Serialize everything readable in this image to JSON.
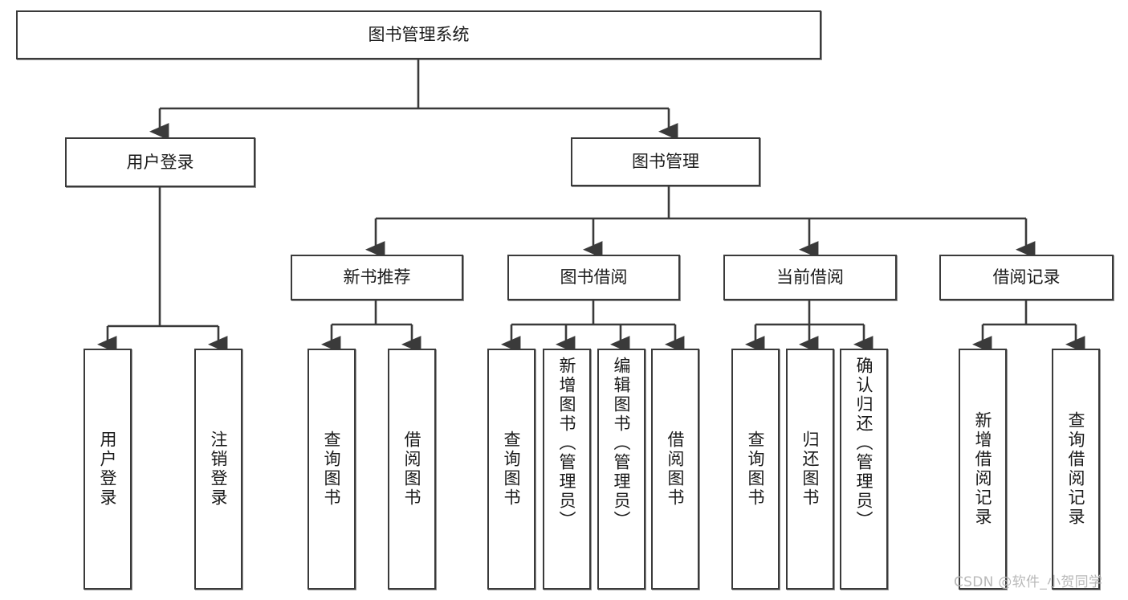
{
  "diagram": {
    "title": "图书管理系统",
    "type": "tree-hierarchy-chart",
    "watermark": "CSDN @软件_小贺同学",
    "colors": {
      "box_border": "#3a3a3a",
      "box_fill": "#ffffff",
      "connector": "#3a3a3a",
      "text": "#1a1a1a",
      "watermark": "#b9b9b9",
      "background": "#ffffff"
    },
    "levels": {
      "root": "图书管理系统",
      "level2": [
        "用户登录",
        "图书管理"
      ],
      "level3": [
        "新书推荐",
        "图书借阅",
        "当前借阅",
        "借阅记录"
      ],
      "level4": [
        "用户登录",
        "注销登录",
        "查询图书",
        "借阅图书",
        "查询图书",
        "新增图书（管理员）",
        "编辑图书（管理员）",
        "借阅图书",
        "查询图书",
        "归还图书",
        "确认归还（管理员）",
        "新增借阅记录",
        "查询借阅记录"
      ]
    },
    "nodes": {
      "root": {
        "label": "图书管理系统"
      },
      "user_login": {
        "label": "用户登录"
      },
      "book_manage": {
        "label": "图书管理"
      },
      "new_book_rec": {
        "label": "新书推荐"
      },
      "book_borrow": {
        "label": "图书借阅"
      },
      "current_borrow": {
        "label": "当前借阅"
      },
      "borrow_record": {
        "label": "借阅记录"
      },
      "leaf_user_login": {
        "label": "用户登录"
      },
      "leaf_logout": {
        "label": "注销登录"
      },
      "leaf_query_book_1": {
        "label": "查询图书"
      },
      "leaf_borrow_book_1": {
        "label": "借阅图书"
      },
      "leaf_query_book_2": {
        "label": "查询图书"
      },
      "leaf_add_book": {
        "label": "新增图书（管理员）"
      },
      "leaf_edit_book": {
        "label": "编辑图书（管理员）"
      },
      "leaf_borrow_book_2": {
        "label": "借阅图书"
      },
      "leaf_query_book_3": {
        "label": "查询图书"
      },
      "leaf_return_book": {
        "label": "归还图书"
      },
      "leaf_confirm_return": {
        "label": "确认归还（管理员）"
      },
      "leaf_add_record": {
        "label": "新增借阅记录"
      },
      "leaf_query_record": {
        "label": "查询借阅记录"
      }
    }
  }
}
